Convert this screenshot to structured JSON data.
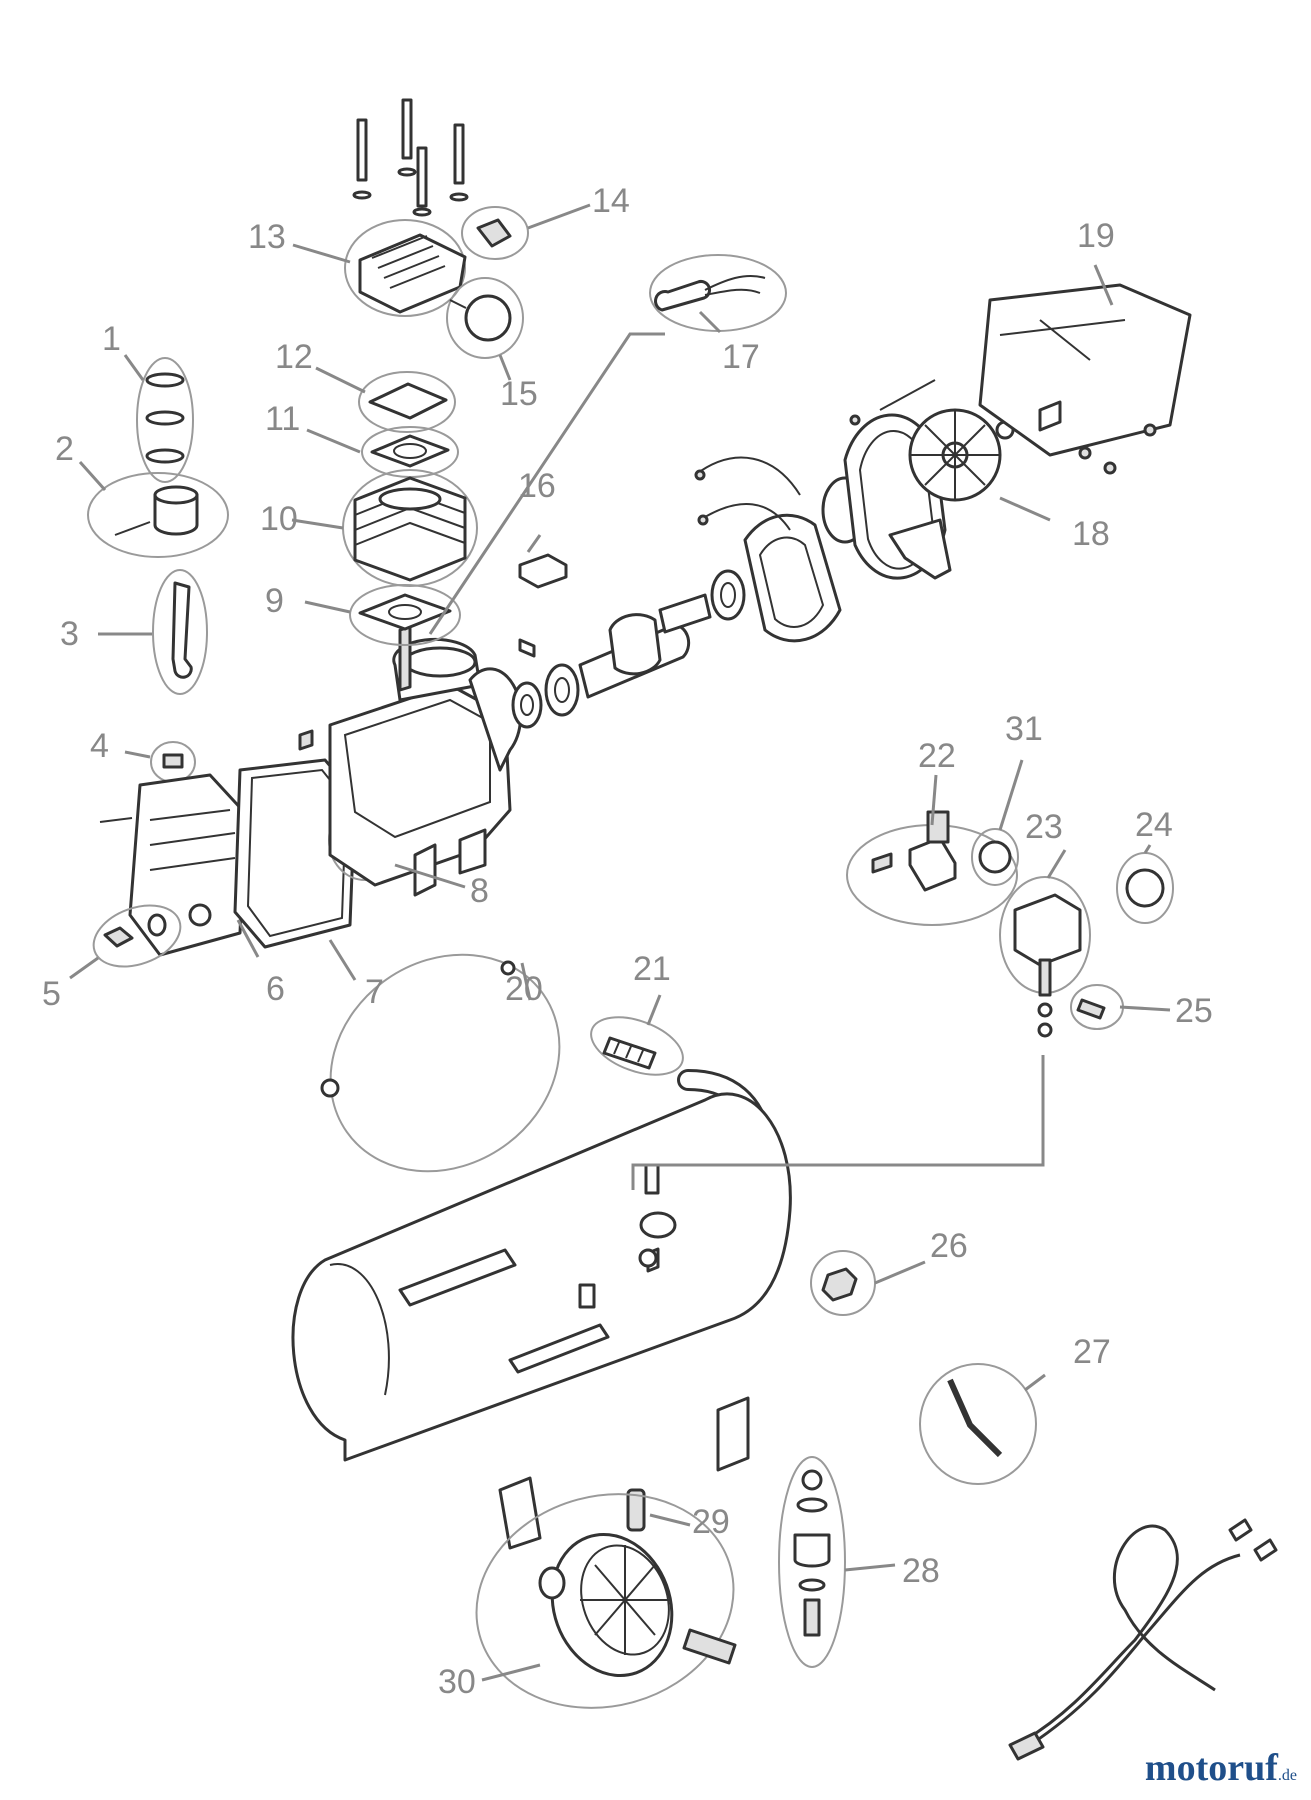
{
  "watermark": {
    "name": "motoruf",
    "suffix": ".de",
    "color": "#1f4f8a"
  },
  "callouts": [
    {
      "id": "1",
      "label": "1"
    },
    {
      "id": "2",
      "label": "2"
    },
    {
      "id": "3",
      "label": "3"
    },
    {
      "id": "4",
      "label": "4"
    },
    {
      "id": "5",
      "label": "5"
    },
    {
      "id": "6",
      "label": "6"
    },
    {
      "id": "7",
      "label": "7"
    },
    {
      "id": "8",
      "label": "8"
    },
    {
      "id": "9",
      "label": "9"
    },
    {
      "id": "10",
      "label": "10"
    },
    {
      "id": "11",
      "label": "11"
    },
    {
      "id": "12",
      "label": "12"
    },
    {
      "id": "13",
      "label": "13"
    },
    {
      "id": "14",
      "label": "14"
    },
    {
      "id": "15",
      "label": "15"
    },
    {
      "id": "16",
      "label": "16"
    },
    {
      "id": "17",
      "label": "17"
    },
    {
      "id": "18",
      "label": "18"
    },
    {
      "id": "19",
      "label": "19"
    },
    {
      "id": "20",
      "label": "20"
    },
    {
      "id": "21",
      "label": "21"
    },
    {
      "id": "22",
      "label": "22"
    },
    {
      "id": "23",
      "label": "23"
    },
    {
      "id": "24",
      "label": "24"
    },
    {
      "id": "25",
      "label": "25"
    },
    {
      "id": "26",
      "label": "26"
    },
    {
      "id": "27",
      "label": "27"
    },
    {
      "id": "28",
      "label": "28"
    },
    {
      "id": "29",
      "label": "29"
    },
    {
      "id": "30",
      "label": "30"
    },
    {
      "id": "31",
      "label": "31"
    }
  ]
}
